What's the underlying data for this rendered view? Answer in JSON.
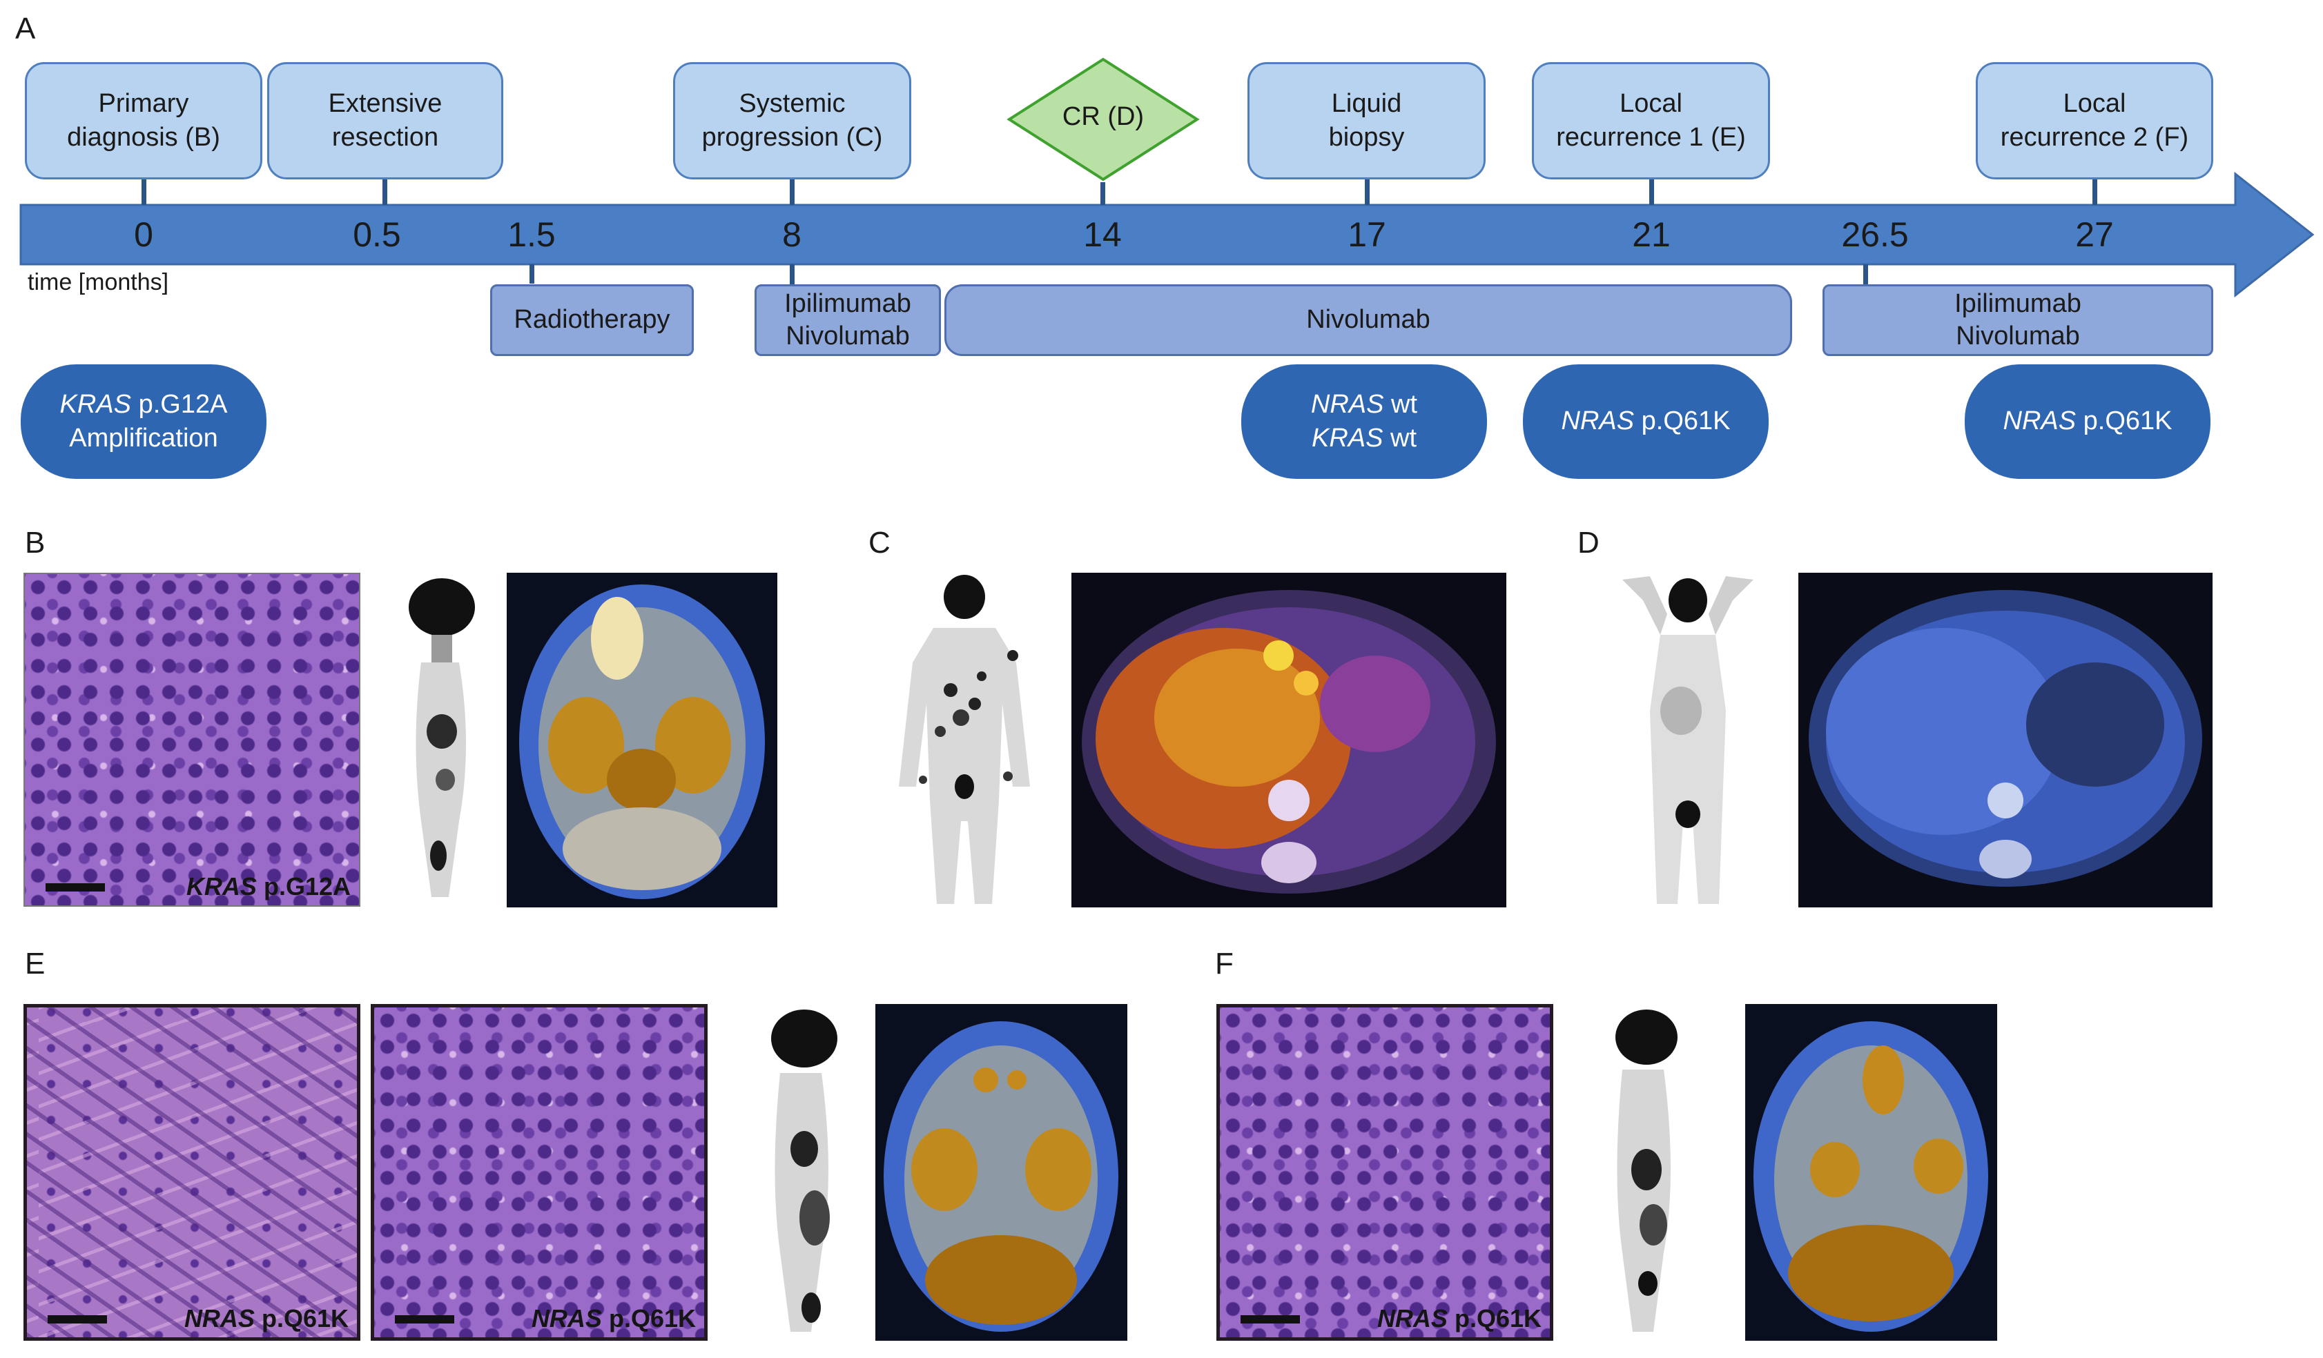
{
  "panels": {
    "a": "A",
    "b": "B",
    "c": "C",
    "d": "D",
    "e": "E",
    "f": "F"
  },
  "timeline": {
    "axis_label": "time [months]",
    "ticks": [
      "0",
      "0.5",
      "1.5",
      "8",
      "14",
      "17",
      "21",
      "26.5",
      "27"
    ],
    "events": [
      {
        "label": "Primary\ndiagnosis (B)"
      },
      {
        "label": "Extensive\nresection"
      },
      {
        "label": "Systemic\nprogression (C)"
      },
      {
        "label": "CR (D)"
      },
      {
        "label": "Liquid\nbiopsy"
      },
      {
        "label": "Local\nrecurrence 1 (E)"
      },
      {
        "label": "Local\nrecurrence 2 (F)"
      }
    ],
    "therapies": [
      {
        "label": "Radiotherapy"
      },
      {
        "label": "Ipilimumab\nNivolumab"
      },
      {
        "label": "Nivolumab"
      },
      {
        "label": "Ipilimumab\nNivolumab"
      }
    ],
    "mutations": [
      {
        "gene": "KRAS",
        "rest": " p.G12A",
        "line2": "Amplification"
      },
      {
        "gene": "NRAS",
        "rest": " wt",
        "gene2": "KRAS",
        "rest2": " wt"
      },
      {
        "gene": "NRAS",
        "rest": " p.Q61K"
      },
      {
        "gene": "NRAS",
        "rest": " p.Q61K"
      }
    ]
  },
  "histology": {
    "b": {
      "gene": "KRAS",
      "rest": " p.G12A"
    },
    "e1": {
      "gene": "NRAS",
      "rest": " p.Q61K"
    },
    "e2": {
      "gene": "NRAS",
      "rest": " p.Q61K"
    },
    "f": {
      "gene": "NRAS",
      "rest": " p.Q61K"
    }
  },
  "colors": {
    "arrow": "#4a7fc6",
    "event_box": "#b8d3ef",
    "cr_diamond": "#b9e0a5",
    "therapy_bar": "#8ea8dc",
    "mutation_pill": "#2f66b2"
  }
}
